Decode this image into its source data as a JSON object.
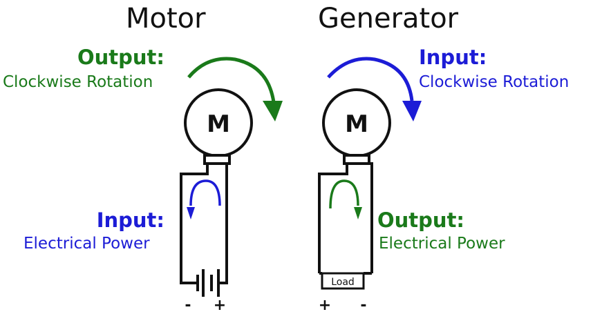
{
  "motor": {
    "title": "Motor",
    "symbol": "M",
    "output": {
      "heading": "Output:",
      "detail": "Clockwise Rotation",
      "color": "#1a7a1a"
    },
    "input": {
      "heading": "Input:",
      "detail": "Electrical Power",
      "color": "#1c1cd6"
    },
    "terminal_left": "-",
    "terminal_right": "+"
  },
  "generator": {
    "title": "Generator",
    "symbol": "M",
    "input": {
      "heading": "Input:",
      "detail": "Clockwise Rotation",
      "color": "#1c1cd6"
    },
    "output": {
      "heading": "Output:",
      "detail": "Electrical Power",
      "color": "#1a7a1a"
    },
    "load_label": "Load",
    "terminal_left": "+",
    "terminal_right": "-"
  },
  "colors": {
    "wire": "#111111",
    "green": "#1a7a1a",
    "blue": "#1c1cd6"
  }
}
